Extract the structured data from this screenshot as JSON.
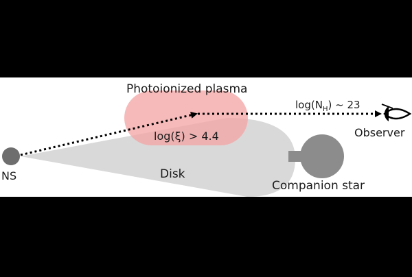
{
  "colors": {
    "background": "#000000",
    "panel": "#ffffff",
    "disk": "#d9d9d9",
    "plasma": "#f4a3a3",
    "star": "#8c8c8c",
    "neutron_star": "#6e6e6e",
    "ray": "#000000"
  },
  "labels": {
    "plasma": "Photoionized plasma",
    "column_prefix": "log(N",
    "column_sub": "H",
    "column_suffix": ") ~ 23",
    "ionization": "log(ξ) > 4.4",
    "observer": "Observer",
    "ns": "NS",
    "disk": "Disk",
    "companion": "Companion star"
  },
  "icons": {
    "observer": "eye-icon"
  }
}
